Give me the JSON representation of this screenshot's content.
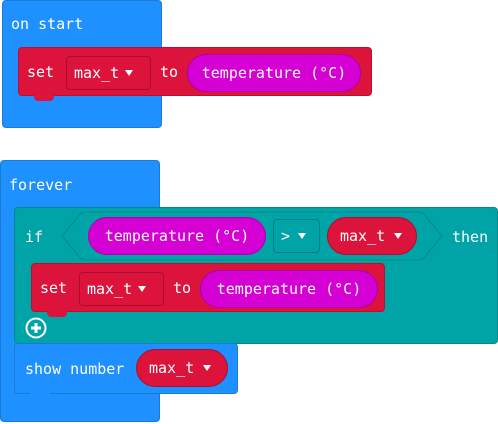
{
  "on_start": {
    "label": "on start",
    "set_block": {
      "keyword": "set",
      "variable": "max_t",
      "to": "to",
      "value": "temperature (°C)"
    }
  },
  "forever": {
    "label": "forever",
    "if_block": {
      "keyword": "if",
      "left": "temperature (°C)",
      "operator": ">",
      "right": "max_t",
      "then": "then",
      "set_block": {
        "keyword": "set",
        "variable": "max_t",
        "to": "to",
        "value": "temperature (°C)"
      },
      "add_icon": "plus-circle-icon"
    },
    "show_number": {
      "label": "show number",
      "value": "max_t"
    }
  },
  "colors": {
    "event_blue": "#1e90ff",
    "variable_red": "#dc143c",
    "logic_teal": "#00a4a6",
    "sensor_magenta": "#d400d4"
  }
}
